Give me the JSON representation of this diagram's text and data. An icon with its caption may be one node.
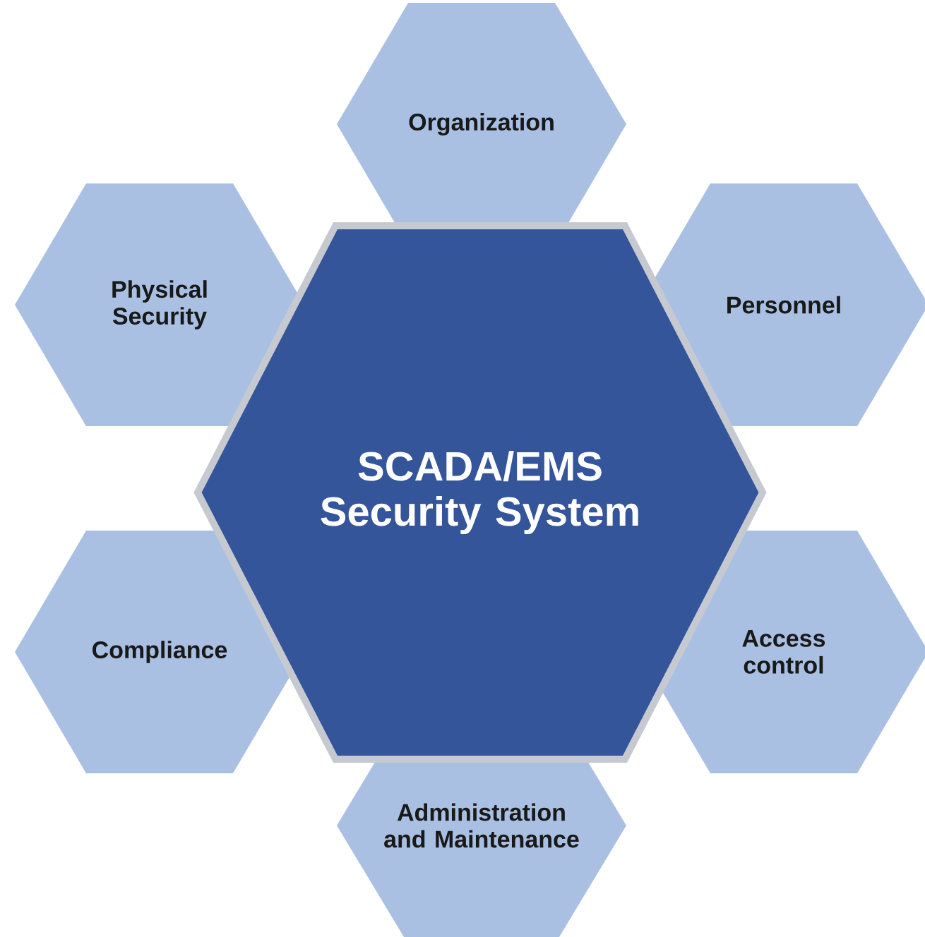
{
  "diagram": {
    "nodes": [
      {
        "text": [
          "Organization"
        ]
      },
      {
        "text": [
          "Physical Security"
        ]
      },
      {
        "text": [
          "Personnel"
        ]
      },
      {
        "text": [
          "SCADA/EMS Security System"
        ]
      },
      {
        "text": [
          "Compliance"
        ]
      },
      {
        "text": [
          "Access control"
        ]
      },
      {
        "text": [
          "Administration and Maintenance"
        ]
      }
    ]
  }
}
